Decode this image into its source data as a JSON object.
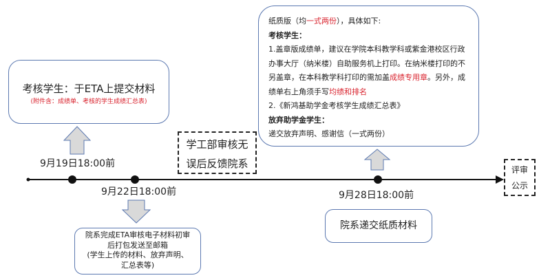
{
  "box_submit": {
    "title": "考核学生：于ETA上提交材料",
    "note": "(附件含：成绩单、考核的学生成绩汇总表)"
  },
  "dates": {
    "d1": "9月19日18:00前",
    "d2": "9月22日18:00前",
    "d3": "9月28日18:00前"
  },
  "box_dept": {
    "lines": [
      "院系完成ETA审核电子材料初审",
      "后打包发送至邮箱",
      "(学生上传的材料、放弃声明、",
      "汇总表等)"
    ]
  },
  "dashed_review": {
    "lines": [
      "学工部审核无",
      "误后反馈院系"
    ]
  },
  "paper": {
    "intro_a": "纸质版（均",
    "intro_red": "一式两份",
    "intro_b": "），具体如下:",
    "h1": "考核学生：",
    "p1a": "1.盖章版成绩单，建议在学院本科教学科或紫金港校区行政办事大厅（纳米楼）自助服务机上打印。在纳米楼打印的不另盖章，在本科教学科打印的需加盖",
    "p1red": "成绩专用章",
    "p1b": "。另外，成绩单右上角须手写",
    "p1red2": "均绩和排名",
    "p2": "2.《新鸿基助学金考核学生成绩汇总表》",
    "h2": "放弃助学金学生：",
    "p3": "递交放弃声明、感谢信（一式两份）"
  },
  "box_paper_submit": "院系递交纸质材料",
  "final": {
    "lines": [
      "评审",
      "公示"
    ]
  },
  "colors": {
    "border": "#5b78b0",
    "accent_red": "#d9232e",
    "arrow_fill": "#d9d9d9"
  }
}
